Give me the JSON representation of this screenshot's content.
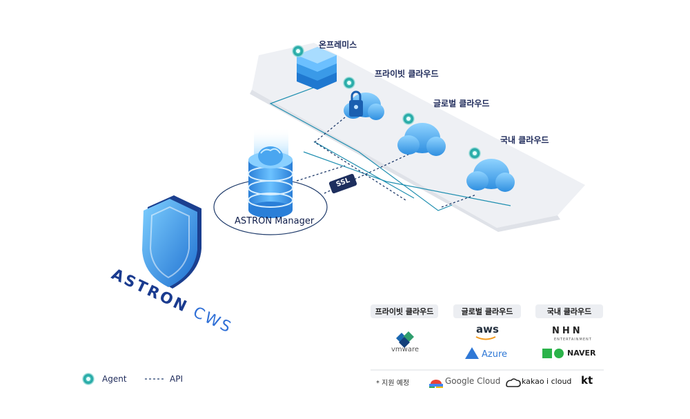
{
  "environments": {
    "onprem": "온프레미스",
    "private_cloud": "프라이빗 클라우드",
    "global_cloud": "글로벌 클라우드",
    "domestic_cloud": "국내 클라우드"
  },
  "manager": {
    "label": "ASTRON Manager"
  },
  "connection": {
    "protocol": "SSL"
  },
  "brand": {
    "name": "ASTRON",
    "product": "CWS"
  },
  "supported": {
    "categories": [
      "프라이빗 클라우드",
      "글로벌 클라우드",
      "국내 클라우드"
    ],
    "private_logos": [
      "vmware"
    ],
    "global_logos": [
      "aws",
      "Azure"
    ],
    "domestic_logos": [
      "NHN",
      "NAVER"
    ],
    "nhn_sub": "ENTERTAINMENT",
    "planned_note": "* 지원 예정",
    "planned_logos": [
      "Google Cloud",
      "kakao i cloud",
      "kt"
    ]
  },
  "legend": {
    "agent": "Agent",
    "api": "API"
  },
  "colors": {
    "navy": "#1a3b8f",
    "blue": "#2f6fd6",
    "teal": "#1aa3a0",
    "line": "#1f8fb0"
  }
}
